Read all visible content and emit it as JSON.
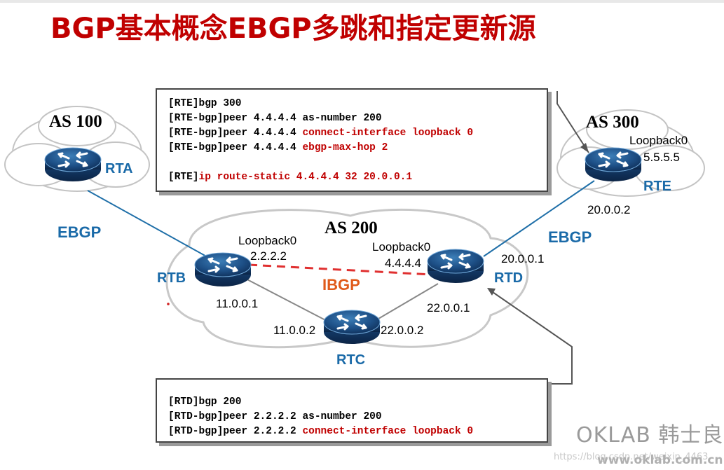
{
  "title": "BGP基本概念EBGP多跳和指定更新源",
  "autonomous_systems": {
    "as100": "AS 100",
    "as200": "AS 200",
    "as300": "AS 300"
  },
  "routers": {
    "rta": {
      "name": "RTA"
    },
    "rtb": {
      "name": "RTB",
      "loopback_label": "Loopback0",
      "loopback_ip": "2.2.2.2",
      "interface_ip": "11.0.0.1"
    },
    "rtc": {
      "name": "RTC",
      "left_ip": "11.0.0.2",
      "right_ip": "22.0.0.2"
    },
    "rtd": {
      "name": "RTD",
      "loopback_label": "Loopback0",
      "loopback_ip": "4.4.4.4",
      "left_ip": "22.0.0.1",
      "right_ip": "20.0.0.1"
    },
    "rte": {
      "name": "RTE",
      "loopback_label": "Loopback0",
      "loopback_ip": "5.5.5.5",
      "interface_ip": "20.0.0.2"
    }
  },
  "links": {
    "ebgp_left": "EBGP",
    "ebgp_right": "EBGP",
    "ibgp": "IBGP"
  },
  "config_rte": [
    {
      "prefix": "[RTE]",
      "black": "bgp 300",
      "red": ""
    },
    {
      "prefix": "[RTE-bgp]",
      "black": "peer 4.4.4.4 as-number 200",
      "red": ""
    },
    {
      "prefix": "[RTE-bgp]",
      "black": "peer 4.4.4.4 ",
      "red": "connect-interface loopback 0"
    },
    {
      "prefix": "[RTE-bgp]",
      "black": "peer 4.4.4.4 ",
      "red": "ebgp-max-hop 2"
    },
    {
      "prefix": "",
      "black": "",
      "red": ""
    },
    {
      "prefix": "[RTE]",
      "black": "",
      "red": "ip route-static 4.4.4.4 32 20.0.0.1"
    }
  ],
  "config_rtd": [
    {
      "prefix": "[RTD]",
      "black": "bgp 200",
      "red": ""
    },
    {
      "prefix": "[RTD-bgp]",
      "black": "peer 2.2.2.2 as-number 200",
      "red": ""
    },
    {
      "prefix": "[RTD-bgp]",
      "black": "peer 2.2.2.2 ",
      "red": "connect-interface loopback 0"
    }
  ],
  "watermark": {
    "brand": "OKLAB 韩士良",
    "site": "www.oklab.com.cn",
    "blog": "https://blog.csdn.net/weixin_4463"
  },
  "colors": {
    "title": "#c00000",
    "router_label": "#1a6aa8",
    "ibgp_label": "#e05a1a",
    "link": "#1f6fa8",
    "ibgp_link": "#e03030",
    "config_highlight": "#c00000"
  }
}
